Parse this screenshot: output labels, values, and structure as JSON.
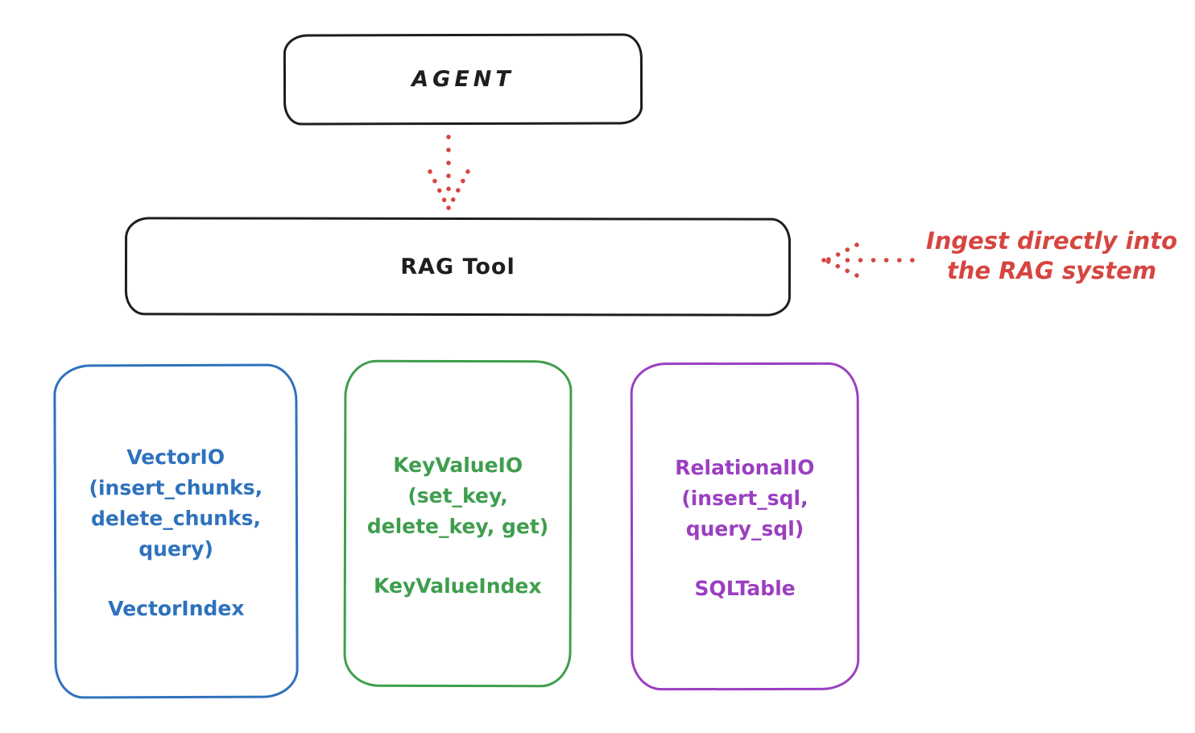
{
  "canvas": {
    "background": "#ffffff"
  },
  "nodes": {
    "agent": {
      "label": "AGENT",
      "stroke": "#1e1e1e"
    },
    "rag_tool": {
      "label": "RAG Tool",
      "stroke": "#1e1e1e"
    },
    "vector_io": {
      "lines": [
        "VectorIO",
        "(insert_chunks,",
        "delete_chunks,",
        "query)"
      ],
      "index": "VectorIndex",
      "stroke": "#2e72bd"
    },
    "key_value_io": {
      "lines": [
        "KeyValueIO",
        "(set_key,",
        "delete_key, get)"
      ],
      "index": "KeyValueIndex",
      "stroke": "#3f9e4d"
    },
    "relational_io": {
      "lines": [
        "RelationalIO",
        "(insert_sql,",
        "query_sql)"
      ],
      "index": "SQLTable",
      "stroke": "#9b3fc1"
    }
  },
  "annotation": {
    "line1": "Ingest directly into",
    "line2": "the RAG system",
    "color": "#d64540"
  },
  "arrows": {
    "agent_to_rag": {
      "style": "dotted",
      "color": "#d64540",
      "direction": "down"
    },
    "annotation_to_rag": {
      "style": "dotted",
      "color": "#d64540",
      "direction": "left"
    }
  }
}
